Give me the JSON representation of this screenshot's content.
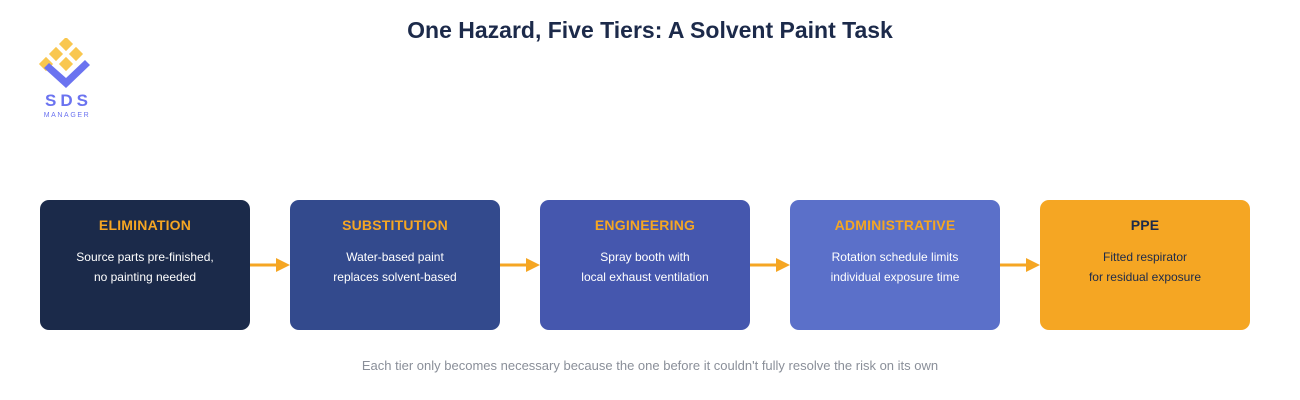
{
  "header": {
    "title": "One Hazard, Five Tiers: A Solvent Paint Task"
  },
  "logo": {
    "wordmark": "SDS",
    "subtitle": "MANAGER",
    "icon": "sds-manager-logo",
    "colors": {
      "diamonds": "#f9c74f",
      "check": "#6b73f0"
    }
  },
  "tiers": [
    {
      "name": "ELIMINATION",
      "desc_line1": "Source parts pre-finished,",
      "desc_line2": "no painting needed",
      "color": "#1b2a4a"
    },
    {
      "name": "SUBSTITUTION",
      "desc_line1": "Water-based paint",
      "desc_line2": "replaces solvent-based",
      "color": "#334a8d"
    },
    {
      "name": "ENGINEERING",
      "desc_line1": "Spray booth with",
      "desc_line2": "local exhaust ventilation",
      "color": "#4557ae"
    },
    {
      "name": "ADMINISTRATIVE",
      "desc_line1": "Rotation schedule limits",
      "desc_line2": "individual exposure time",
      "color": "#5b70c9"
    },
    {
      "name": "PPE",
      "desc_line1": "Fitted respirator",
      "desc_line2": "for residual exposure",
      "color": "#f5a623"
    }
  ],
  "arrow_color": "#f5a623",
  "footnote": "Each tier only becomes necessary because the one before it couldn't fully resolve the risk on its own"
}
